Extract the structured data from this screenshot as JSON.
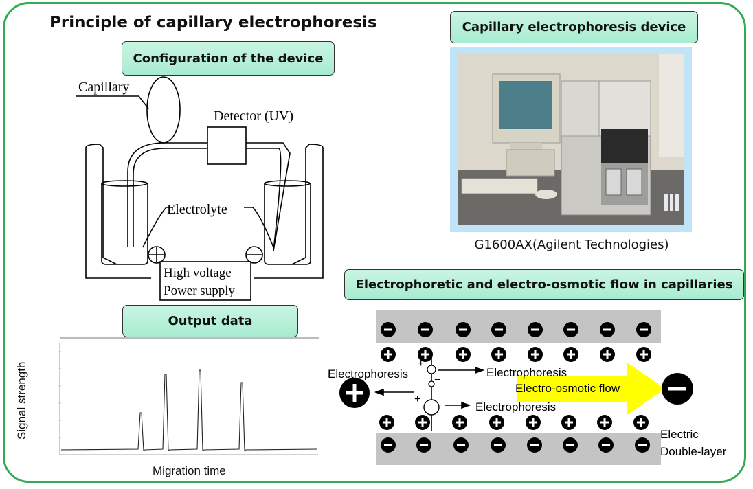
{
  "title": "Principle of capillary electrophoresis",
  "sections": {
    "configuration": "Configuration of the device",
    "output": "Output data",
    "device": "Capillary electrophoresis device",
    "flow": "Electrophoretic and electro-osmotic flow in capillaries"
  },
  "config_diagram": {
    "capillary": "Capillary",
    "detector": "Detector (UV)",
    "electrolyte": "Electrolyte",
    "hv_line1": "High voltage",
    "hv_line2": "Power supply",
    "plus_symbol": "+",
    "minus_symbol": "−"
  },
  "output_chart": {
    "y_label": "Signal strength",
    "x_label": "Migration time",
    "peaks_relative_height": [
      0.27,
      0.55,
      0.58,
      0.49
    ]
  },
  "device_caption": "G1600AX(Agilent Technologies)",
  "flow_diagram": {
    "electrophoresis_left": "Electrophoresis",
    "electrophoresis_top": "Electrophoresis",
    "electrophoresis_bottom": "Electrophoresis",
    "eof_label": "Electro-osmotic flow",
    "double_layer_line1": "Electric",
    "double_layer_line2": "Double-layer",
    "plus_symbol": "+",
    "minus_symbol": "−",
    "colors": {
      "wall": "#c4c4c4",
      "eof_arrow": "#ffff00",
      "ion": "#000000"
    }
  },
  "colors": {
    "frame": "#33aa55",
    "label_box": "#b8f0d8"
  }
}
